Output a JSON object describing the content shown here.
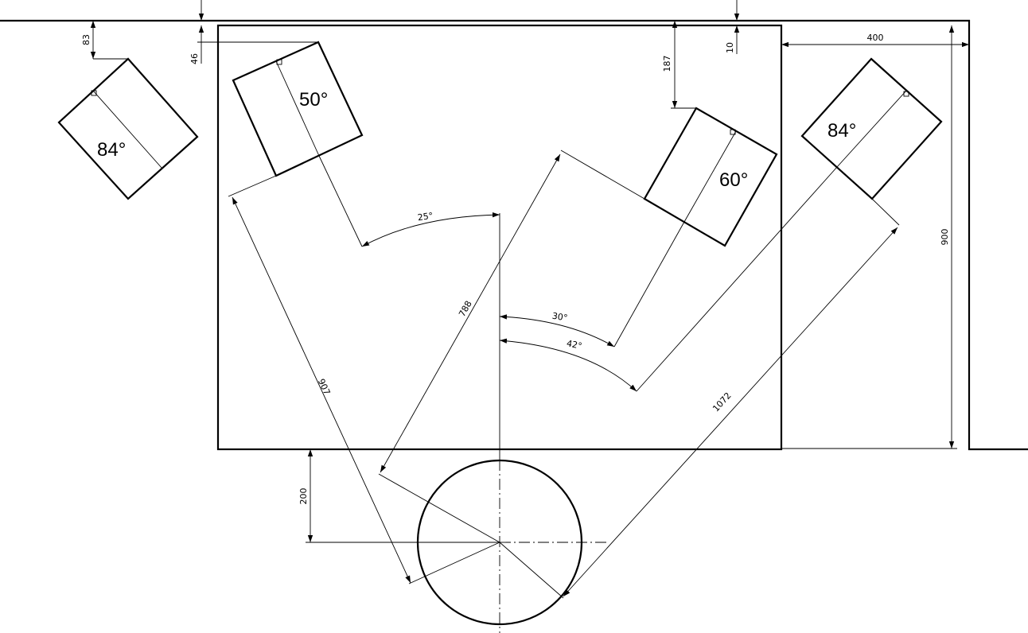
{
  "dimensions": {
    "top_83": "83",
    "top_46": "46",
    "top_187": "187",
    "top_10": "10",
    "width_400": "400",
    "height_900": "900",
    "gap_200": "200",
    "radius_907": "907",
    "radius_788": "788",
    "radius_1072": "1072",
    "angle_25": "25°",
    "angle_30": "30°",
    "angle_42": "42°"
  },
  "head_labels": {
    "left_outer": "84°",
    "left_inner": "50°",
    "right_inner": "60°",
    "right_outer": "84°"
  },
  "colors": {
    "line": "#000000",
    "background": "#ffffff"
  }
}
